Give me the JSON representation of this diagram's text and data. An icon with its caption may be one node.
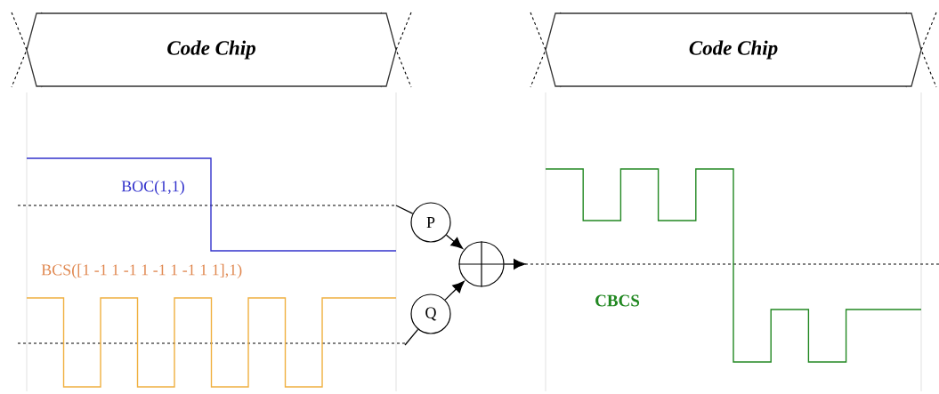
{
  "diagram": {
    "nodes": [
      {
        "text": [
          "Code Chip"
        ]
      },
      {
        "text": [
          "Code Chip"
        ]
      },
      {
        "text": [
          "P"
        ]
      },
      {
        "text": [
          "Q"
        ]
      },
      {
        "text": [],
        "shape": "circle"
      }
    ],
    "edges": [
      {
        "from": null,
        "to": 2,
        "arrow": "none"
      },
      {
        "from": null,
        "to": 3,
        "arrow": "none"
      },
      {
        "from": 2,
        "to": 4,
        "arrow": "to"
      },
      {
        "from": 3,
        "to": 4,
        "arrow": "to"
      },
      {
        "from": 4,
        "to": null,
        "arrow": "to"
      }
    ],
    "labels": [
      "BOC(1,1)",
      "BCS([1 -1 1 -1 1 -1 1 -1 1 1],1)",
      "CBCS"
    ]
  }
}
